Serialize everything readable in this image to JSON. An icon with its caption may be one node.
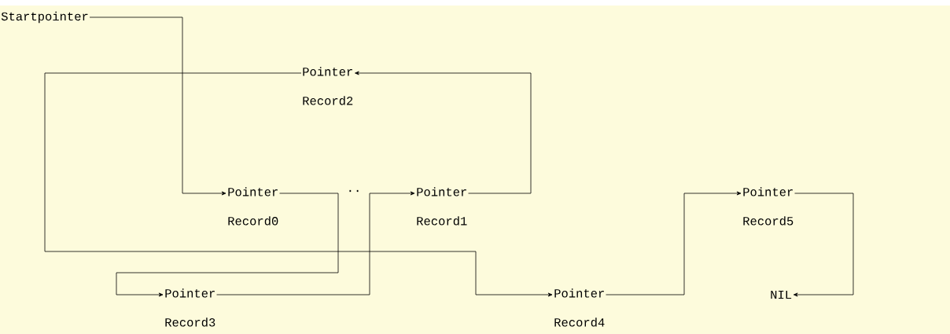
{
  "diagram": {
    "nodes": [
      {
        "text": [
          "Startpointer"
        ]
      },
      {
        "text": [
          "Pointer",
          "Record2"
        ]
      },
      {
        "text": [
          "Pointer",
          "Record0"
        ]
      },
      {
        "text": [
          "Pointer",
          "Record1"
        ]
      },
      {
        "text": [
          "Pointer",
          "Record5"
        ]
      },
      {
        "text": [
          "Pointer",
          "Record3"
        ]
      },
      {
        "text": [
          "Pointer",
          "Record4"
        ]
      },
      {
        "text": [
          "NIL"
        ]
      }
    ],
    "edges": [
      {
        "from": 0,
        "to": 2,
        "arrow": "to"
      },
      {
        "from": 2,
        "to": 5,
        "arrow": "to"
      },
      {
        "from": 5,
        "to": 3,
        "arrow": "to"
      },
      {
        "from": 3,
        "to": 1,
        "arrow": "to"
      },
      {
        "from": 1,
        "to": 6,
        "arrow": "to"
      },
      {
        "from": 6,
        "to": 4,
        "arrow": "to"
      },
      {
        "from": 4,
        "to": 7,
        "arrow": "to"
      }
    ],
    "labels": [
      ".."
    ]
  }
}
